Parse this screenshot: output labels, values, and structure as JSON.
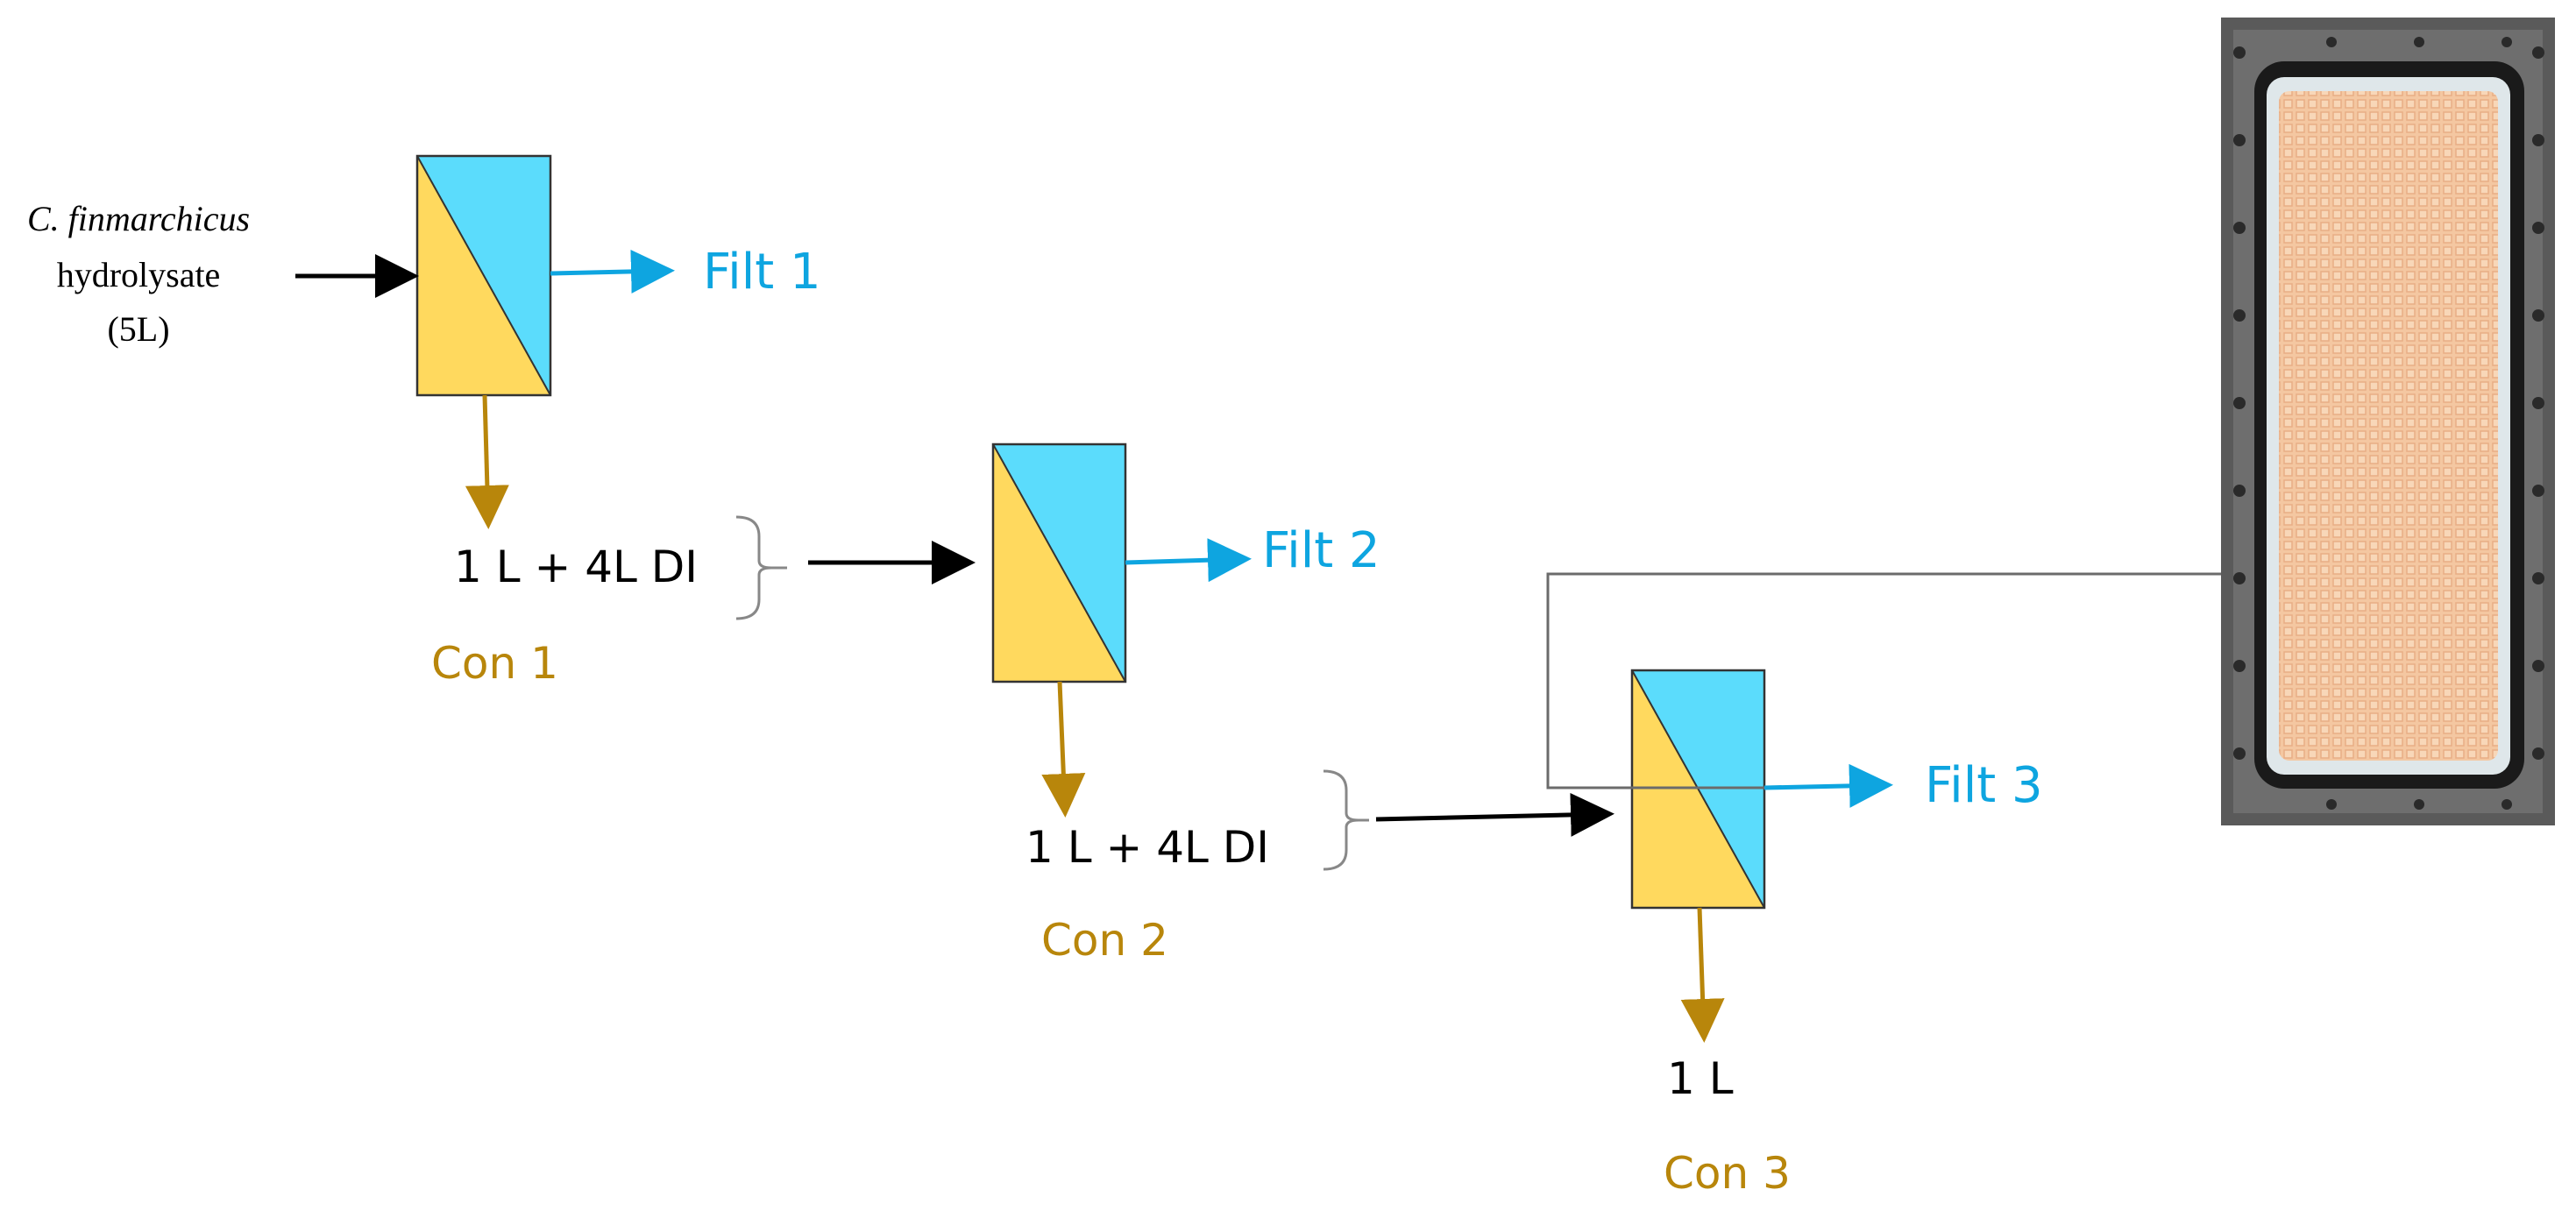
{
  "feed": {
    "species": "C. finmarchicus",
    "line2": "hydrolysate",
    "line3": "(5L)"
  },
  "labels": {
    "filt1": "Filt 1",
    "filt2": "Filt 2",
    "filt3": "Filt 3",
    "con1": "Con 1",
    "con2": "Con 2",
    "con3": "Con 3",
    "dilute1": "1 L + 4L DI",
    "dilute2": "1 L + 4L DI",
    "final": "1 L"
  },
  "colors": {
    "permeate": "#5bdcfc",
    "retentate": "#ffd95e",
    "permeate_arrow": "#0ea5e0",
    "retentate_arrow": "#b8860b",
    "feed_arrow": "#000000",
    "connector": "#707070"
  },
  "photo": {
    "icon": "membrane-plate-photo"
  }
}
